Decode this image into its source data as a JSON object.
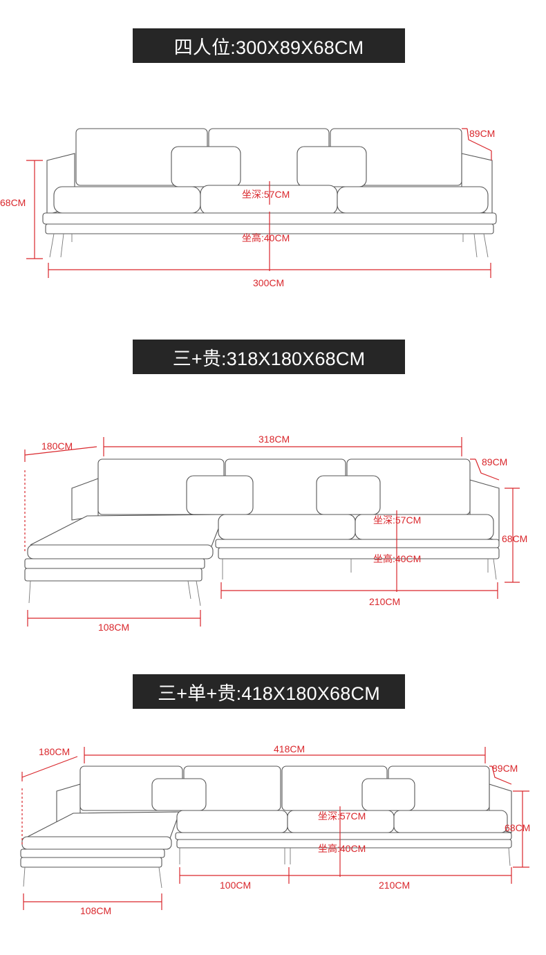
{
  "colors": {
    "dimension": "#d9262b",
    "title_bg": "#262626",
    "title_fg": "#ffffff",
    "sketch": "#555555"
  },
  "sections": [
    {
      "title": "四人位:300X89X68CM",
      "labels": {
        "depth": "89CM",
        "height": "68CM",
        "seat_depth": "坐深:57CM",
        "seat_height": "坐高:40CM",
        "width": "300CM"
      }
    },
    {
      "title": "三+贵:318X180X68CM",
      "labels": {
        "chaise_depth": "180CM",
        "total_width": "318CM",
        "depth": "89CM",
        "height": "68CM",
        "seat_depth": "坐深:57CM",
        "seat_height": "坐高:40CM",
        "main_width": "210CM",
        "chaise_width": "108CM"
      }
    },
    {
      "title": "三+单+贵:418X180X68CM",
      "labels": {
        "chaise_depth": "180CM",
        "total_width": "418CM",
        "depth": "89CM",
        "height": "68CM",
        "seat_depth": "坐深:57CM",
        "seat_height": "坐高:40CM",
        "single_width": "100CM",
        "main_width": "210CM",
        "chaise_width": "108CM"
      }
    }
  ]
}
